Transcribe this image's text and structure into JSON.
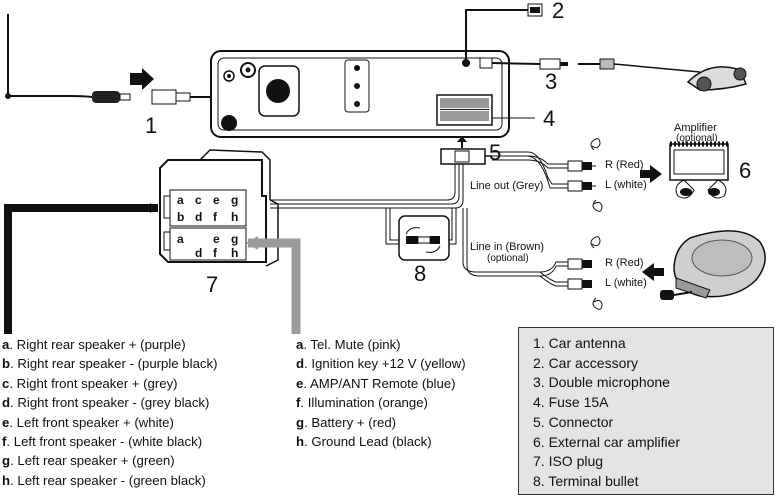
{
  "callouts": [
    "1",
    "2",
    "3",
    "4",
    "5",
    "6",
    "7",
    "8"
  ],
  "labels": {
    "amplifier_title": "Amplifier",
    "amplifier_optional": "(optional)",
    "line_out": "Line out (Grey)",
    "line_in": "Line in (Brown)",
    "line_in_optional": "(optional)",
    "out_r": "R (Red)",
    "out_l": "L (white)",
    "in_r": "R (Red)",
    "in_l": "L (white)"
  },
  "iso_pins": {
    "upper": [
      "a",
      "c",
      "e",
      "g",
      "b",
      "d",
      "f",
      "h"
    ],
    "lower": [
      "a",
      "e",
      "g",
      "d",
      "f",
      "h"
    ]
  },
  "speaker_wires": [
    {
      "letter": "a",
      "text": ". Right rear speaker + (purple)"
    },
    {
      "letter": "b",
      "text": ". Right rear speaker - (purple black)"
    },
    {
      "letter": "c",
      "text": ". Right front speaker + (grey)"
    },
    {
      "letter": "d",
      "text": ". Right front speaker - (grey black)"
    },
    {
      "letter": "e",
      "text": ". Left front speaker + (white)"
    },
    {
      "letter": "f",
      "text": ". Left front speaker - (white black)"
    },
    {
      "letter": "g",
      "text": ". Left rear speaker + (green)"
    },
    {
      "letter": "h",
      "text": ". Left rear speaker - (green black)"
    }
  ],
  "power_wires": [
    {
      "letter": "a",
      "text": ". Tel. Mute (pink)"
    },
    {
      "letter": "d",
      "text": ". Ignition key +12 V (yellow)"
    },
    {
      "letter": "e",
      "text": ". AMP/ANT Remote (blue)"
    },
    {
      "letter": "f",
      "text": ". Illumination (orange)"
    },
    {
      "letter": "g",
      "text": ". Battery + (red)"
    },
    {
      "letter": "h",
      "text": ". Ground Lead (black)"
    }
  ],
  "legend": [
    "1. Car antenna",
    "2. Car accessory",
    "3. Double microphone",
    "4. Fuse 15A",
    "5. Connector",
    "6. External car amplifier",
    "7. ISO plug",
    "8. Terminal bullet"
  ]
}
